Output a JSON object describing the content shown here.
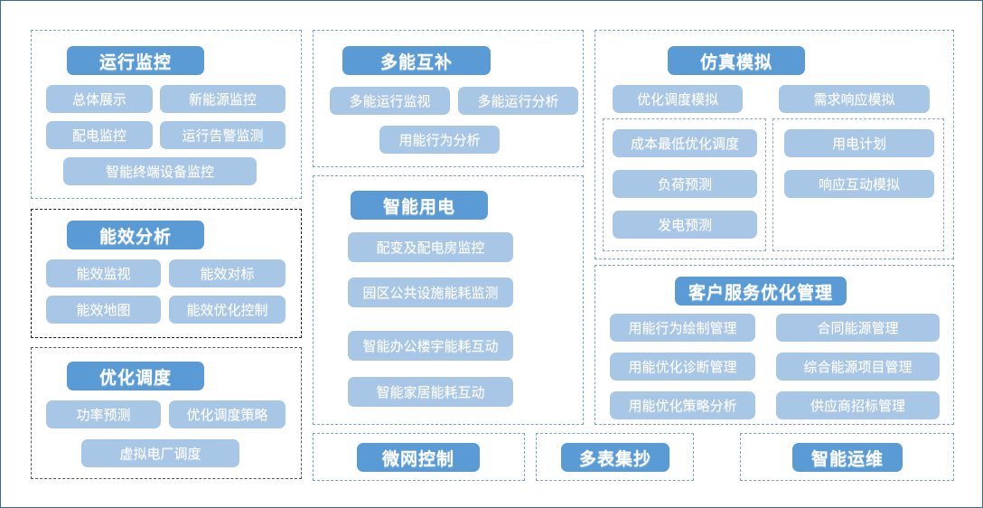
{
  "diagram": {
    "colors": {
      "header_fill": "#5b9bd5",
      "pill_fill": "#a8c6e5",
      "dashed_blue": "#7aa5cf",
      "dashed_dark": "#1d1d1d",
      "outer_border": "#3a6a9b",
      "text": "#ffffff"
    },
    "groups": [
      {
        "id": "operation-monitoring",
        "title": "运行监控",
        "border": "blue",
        "items": [
          "总体展示",
          "新能源监控",
          "配电监控",
          "运行告警监测",
          "智能终端设备监控"
        ]
      },
      {
        "id": "efficiency-analysis",
        "title": "能效分析",
        "border": "dark",
        "items": [
          "能效监视",
          "能效对标",
          "能效地图",
          "能效优化控制"
        ]
      },
      {
        "id": "optimized-dispatch",
        "title": "优化调度",
        "border": "gray",
        "items": [
          "功率预测",
          "优化调度策略",
          "虚拟电厂调度"
        ]
      },
      {
        "id": "multi-energy-complementary",
        "title": "多能互补",
        "border": "blue",
        "items": [
          "多能运行监视",
          "多能运行分析",
          "用能行为分析"
        ]
      },
      {
        "id": "smart-electricity",
        "title": "智能用电",
        "border": "blue",
        "items": [
          "配变及配电房监控",
          "园区公共设施能耗监测",
          "智能办公楼宇能耗互动",
          "智能家居能耗互动"
        ]
      },
      {
        "id": "simulation",
        "title": "仿真模拟",
        "border": "blue",
        "items": [
          "优化调度模拟",
          "需求响应模拟"
        ],
        "subgroups": [
          {
            "id": "simulation-dispatch-sub",
            "items": [
              "成本最低优化调度",
              "负荷预测",
              "发电预测"
            ]
          },
          {
            "id": "simulation-demand-sub",
            "items": [
              "用电计划",
              "响应互动模拟"
            ]
          }
        ]
      },
      {
        "id": "customer-service-optimization",
        "title": "客户服务优化管理",
        "border": "blue",
        "items": [
          "用能行为绘制管理",
          "合同能源管理",
          "用能优化诊断管理",
          "综合能源项目管理",
          "用能优化策略分析",
          "供应商招标管理"
        ]
      },
      {
        "id": "microgrid-control",
        "title": "微网控制",
        "border": "blue",
        "items": []
      },
      {
        "id": "multi-meter-reading",
        "title": "多表集抄",
        "border": "blue",
        "items": []
      },
      {
        "id": "smart-operations",
        "title": "智能运维",
        "border": "blue",
        "items": []
      }
    ]
  }
}
